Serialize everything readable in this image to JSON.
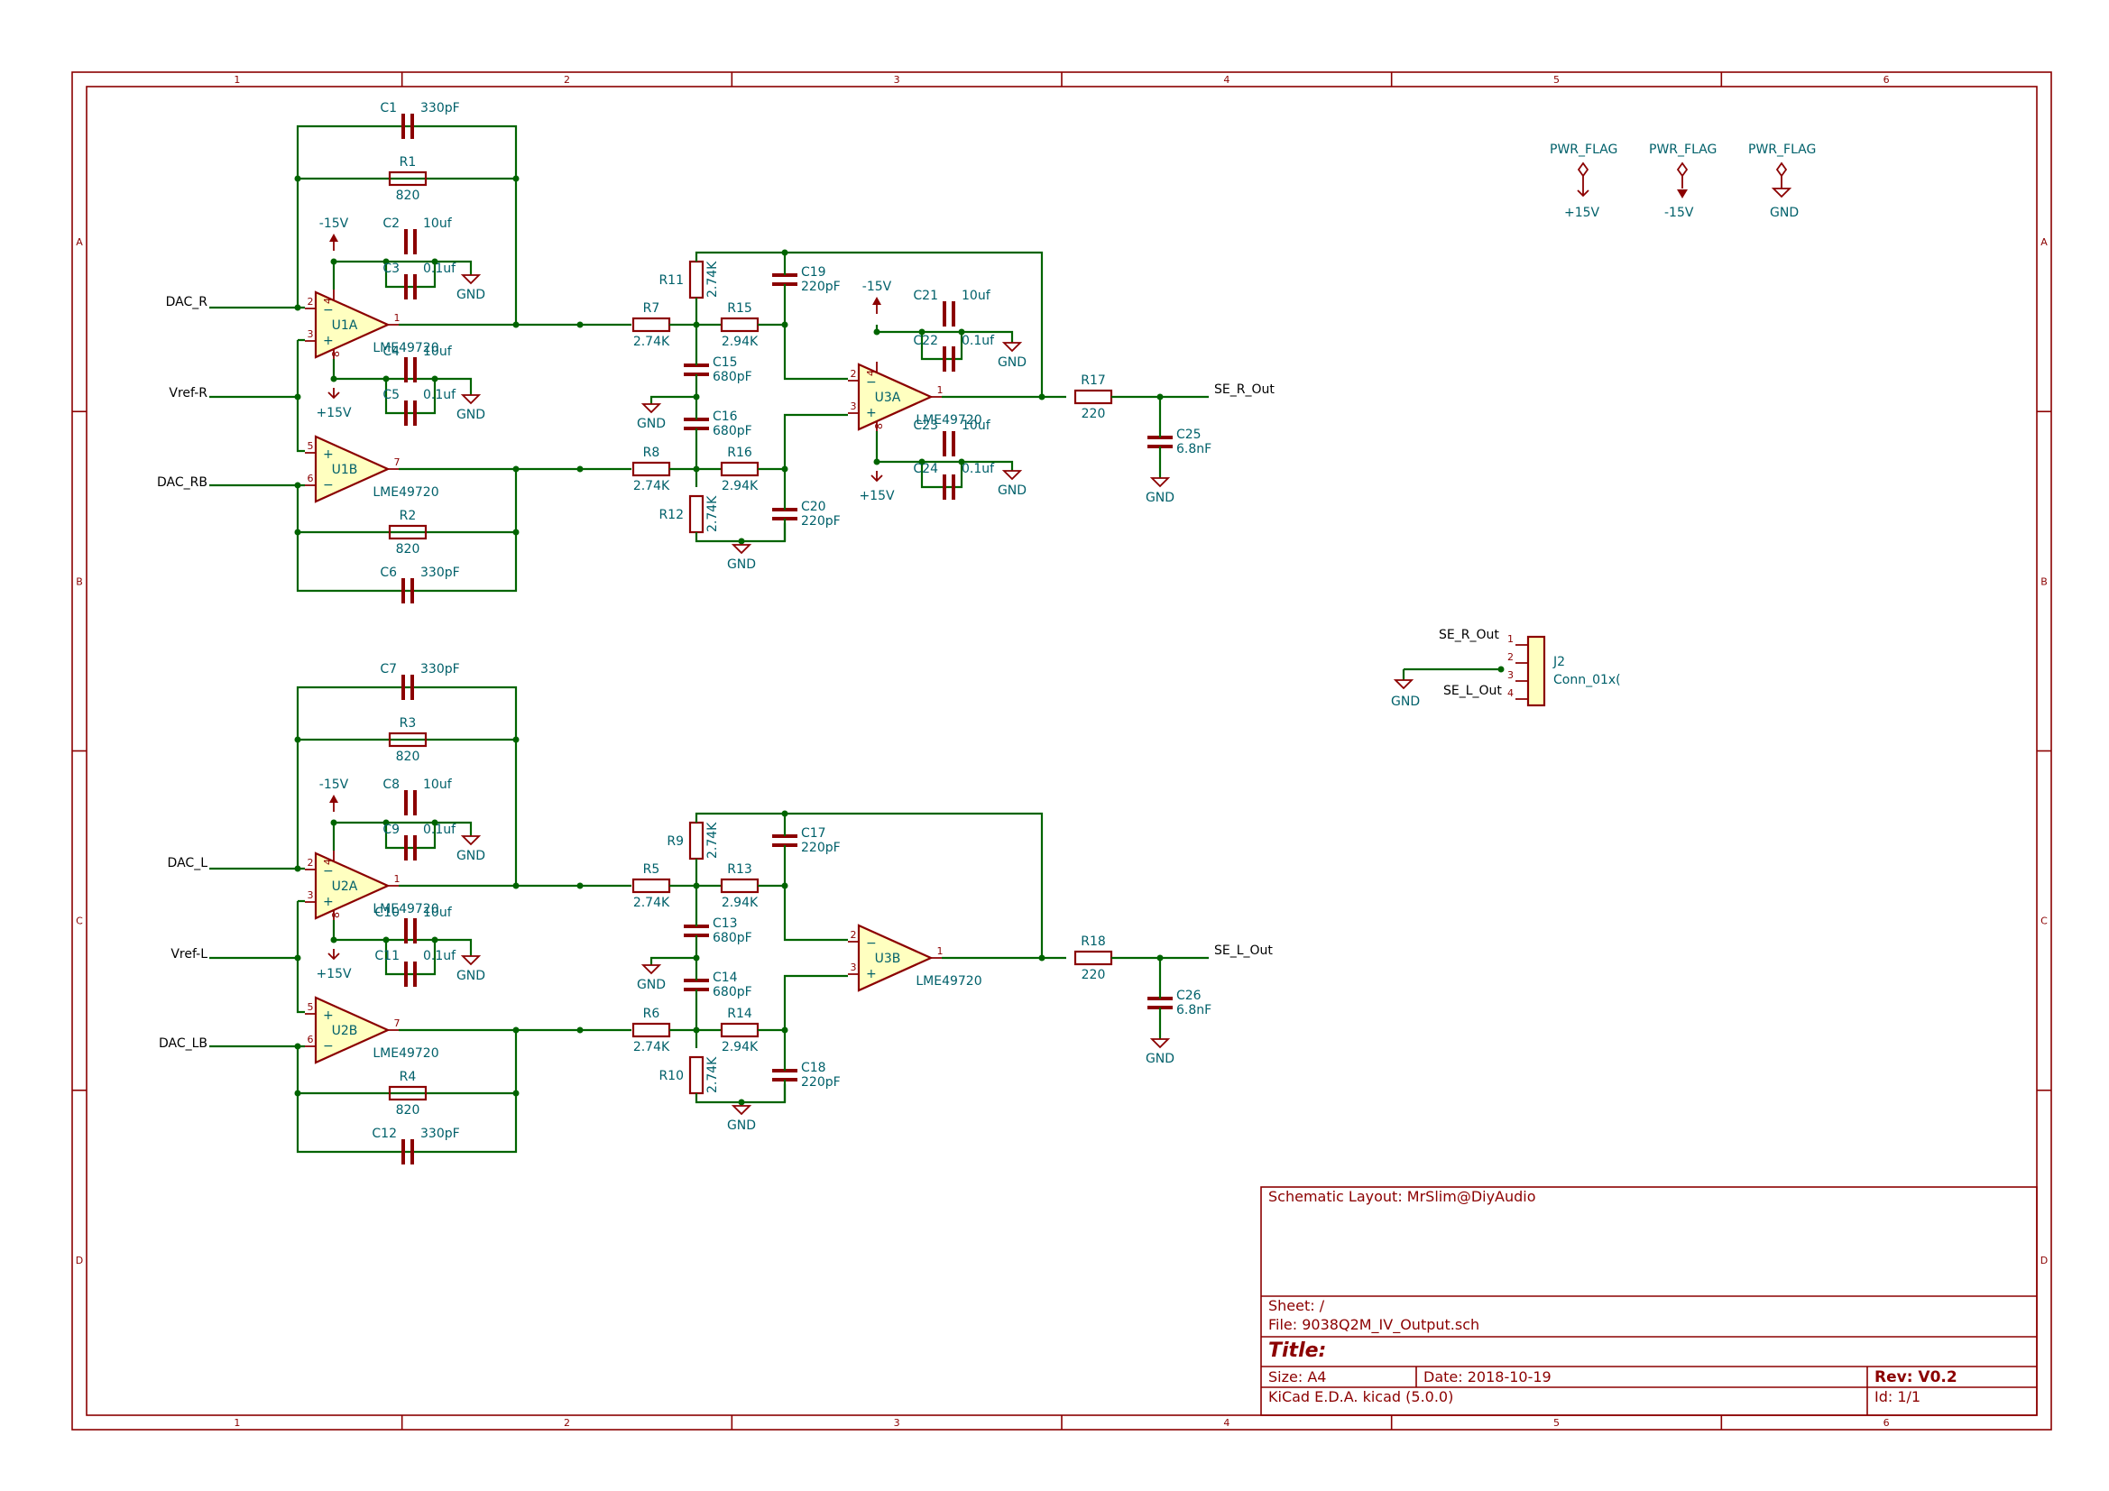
{
  "frame": {
    "columns": [
      "1",
      "2",
      "3",
      "4",
      "5",
      "6"
    ],
    "rows": [
      "A",
      "B",
      "C",
      "D"
    ]
  },
  "title_block": {
    "comment": "Schematic Layout: MrSlim@DiyAudio",
    "sheet": "Sheet: /",
    "file": "File: 9038Q2M_IV_Output.sch",
    "title": "Title:",
    "size": "Size: A4",
    "date": "Date: 2018-10-19",
    "rev": "Rev: V0.2",
    "tool": "KiCad E.D.A.  kicad (5.0.0)",
    "id": "Id: 1/1"
  },
  "power_flags": [
    {
      "label": "PWR_FLAG",
      "net": "+15V"
    },
    {
      "label": "PWR_FLAG",
      "net": "-15V"
    },
    {
      "label": "PWR_FLAG",
      "net": "GND"
    }
  ],
  "nets": {
    "dac_r": "DAC_R",
    "vref_r": "Vref-R",
    "dac_rb": "DAC_RB",
    "dac_l": "DAC_L",
    "vref_l": "Vref-L",
    "dac_lb": "DAC_LB",
    "se_r_out": "SE_R_Out",
    "se_l_out": "SE_L_Out",
    "gnd": "GND",
    "pos15": "+15V",
    "neg15": "-15V"
  },
  "components": {
    "C1": {
      "ref": "C1",
      "value": "330pF"
    },
    "R1": {
      "ref": "R1",
      "value": "820"
    },
    "C2": {
      "ref": "C2",
      "value": "10uf"
    },
    "C3": {
      "ref": "C3",
      "value": "0.1uf"
    },
    "C4": {
      "ref": "C4",
      "value": "10uf"
    },
    "C5": {
      "ref": "C5",
      "value": "0.1uf"
    },
    "U1A": {
      "ref": "U1A",
      "value": "LME49720"
    },
    "U1B": {
      "ref": "U1B",
      "value": "LME49720"
    },
    "R2": {
      "ref": "R2",
      "value": "820"
    },
    "C6": {
      "ref": "C6",
      "value": "330pF"
    },
    "R7": {
      "ref": "R7",
      "value": "2.74K"
    },
    "R8": {
      "ref": "R8",
      "value": "2.74K"
    },
    "R11": {
      "ref": "R11",
      "value": "2.74K"
    },
    "R12": {
      "ref": "R12",
      "value": "2.74K"
    },
    "R15": {
      "ref": "R15",
      "value": "2.94K"
    },
    "R16": {
      "ref": "R16",
      "value": "2.94K"
    },
    "C15": {
      "ref": "C15",
      "value": "680pF"
    },
    "C16": {
      "ref": "C16",
      "value": "680pF"
    },
    "C19": {
      "ref": "C19",
      "value": "220pF"
    },
    "C20": {
      "ref": "C20",
      "value": "220pF"
    },
    "U3A": {
      "ref": "U3A",
      "value": "LME49720"
    },
    "C21": {
      "ref": "C21",
      "value": "10uf"
    },
    "C22": {
      "ref": "C22",
      "value": "0.1uf"
    },
    "C23": {
      "ref": "C23",
      "value": "10uf"
    },
    "C24": {
      "ref": "C24",
      "value": "0.1uf"
    },
    "R17": {
      "ref": "R17",
      "value": "220"
    },
    "C25": {
      "ref": "C25",
      "value": "6.8nF"
    },
    "C7": {
      "ref": "C7",
      "value": "330pF"
    },
    "R3": {
      "ref": "R3",
      "value": "820"
    },
    "C8": {
      "ref": "C8",
      "value": "10uf"
    },
    "C9": {
      "ref": "C9",
      "value": "0.1uf"
    },
    "C10": {
      "ref": "C10",
      "value": "10uf"
    },
    "C11": {
      "ref": "C11",
      "value": "0.1uf"
    },
    "U2A": {
      "ref": "U2A",
      "value": "LME49720"
    },
    "U2B": {
      "ref": "U2B",
      "value": "LME49720"
    },
    "R4": {
      "ref": "R4",
      "value": "820"
    },
    "C12": {
      "ref": "C12",
      "value": "330pF"
    },
    "R5": {
      "ref": "R5",
      "value": "2.74K"
    },
    "R6": {
      "ref": "R6",
      "value": "2.74K"
    },
    "R9": {
      "ref": "R9",
      "value": "2.74K"
    },
    "R10": {
      "ref": "R10",
      "value": "2.74K"
    },
    "R13": {
      "ref": "R13",
      "value": "2.94K"
    },
    "R14": {
      "ref": "R14",
      "value": "2.94K"
    },
    "C13": {
      "ref": "C13",
      "value": "680pF"
    },
    "C14": {
      "ref": "C14",
      "value": "680pF"
    },
    "C17": {
      "ref": "C17",
      "value": "220pF"
    },
    "C18": {
      "ref": "C18",
      "value": "220pF"
    },
    "U3B": {
      "ref": "U3B",
      "value": "LME49720"
    },
    "R18": {
      "ref": "R18",
      "value": "220"
    },
    "C26": {
      "ref": "C26",
      "value": "6.8nF"
    },
    "J2": {
      "ref": "J2",
      "value": "Conn_01x("
    }
  },
  "connector_pins": [
    "1",
    "2",
    "3",
    "4"
  ]
}
